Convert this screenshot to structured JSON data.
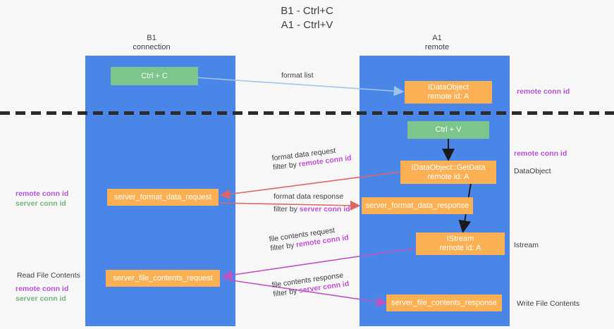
{
  "title": {
    "line1": "B1 - Ctrl+C",
    "line2": "A1 - Ctrl+V"
  },
  "columns": [
    {
      "id": "b1",
      "name": "B1",
      "sub": "connection"
    },
    {
      "id": "a1",
      "name": "A1",
      "sub": "remote"
    }
  ],
  "nodes": {
    "ctrl_c": {
      "label": "Ctrl + C",
      "color": "#7cc68d"
    },
    "ctrl_v": {
      "label": "Ctrl + V",
      "color": "#7cc68d"
    },
    "idataobject": {
      "line1": "IDataObject",
      "line2": "remote id: A",
      "color": "#fbb054"
    },
    "getdata": {
      "line1": "IDataObject::GetData",
      "line2": "remote id: A",
      "color": "#fbb054"
    },
    "istream": {
      "line1": "IStream",
      "line2": "remote id: A",
      "color": "#fbb054"
    },
    "server_format_data_request": {
      "label": "server_format_data_request",
      "color": "#fbb054"
    },
    "server_format_data_response": {
      "label": "server_format_data_response",
      "color": "#fbb054"
    },
    "server_file_contents_request": {
      "label": "server_file_contents_request",
      "color": "#fbb054"
    },
    "server_file_contents_response": {
      "label": "server_file_contents_response",
      "color": "#fbb054"
    }
  },
  "edges": {
    "format_list": {
      "label": "format list",
      "color": "#9fc5e8"
    },
    "format_data_request": {
      "line1": "format data request",
      "line2_prefix": "filter by ",
      "line2_highlight": "remote conn id",
      "color": "#e06666"
    },
    "format_data_response": {
      "line1": "format data response",
      "line2_prefix": "filter by ",
      "line2_highlight": "server conn id",
      "color": "#e06666"
    },
    "file_contents_request": {
      "line1": "file contents request",
      "line2_prefix": "filter by ",
      "line2_highlight": "remote conn id",
      "color": "#c152c1"
    },
    "file_contents_response": {
      "line1": "file contents response",
      "line2_prefix": "filter by ",
      "line2_highlight": "server conn id",
      "color": "#c152c1"
    }
  },
  "right_labels": {
    "remote_conn_id_top": "remote conn id",
    "remote_conn_id_mid": "remote conn id",
    "dataobject": "DataObject",
    "istream": "Istream",
    "write_file_contents": "Write File Contents"
  },
  "left_labels": {
    "remote_conn_id": "remote conn id",
    "server_conn_id": "server conn id",
    "read_file_contents": "Read File Contents",
    "remote_conn_id_2": "remote conn id",
    "server_conn_id_2": "server conn id"
  },
  "colors": {
    "lane": "#4a86e8",
    "green": "#7cc68d",
    "orange": "#fbb054",
    "divider": "#2b2b2b",
    "purple": "#b452d6",
    "green_text": "#76b47e",
    "red_arrow": "#e06666",
    "magenta_arrow": "#c152c1",
    "blue_arrow": "#9fc5e8",
    "background": "#f7f7f7"
  }
}
